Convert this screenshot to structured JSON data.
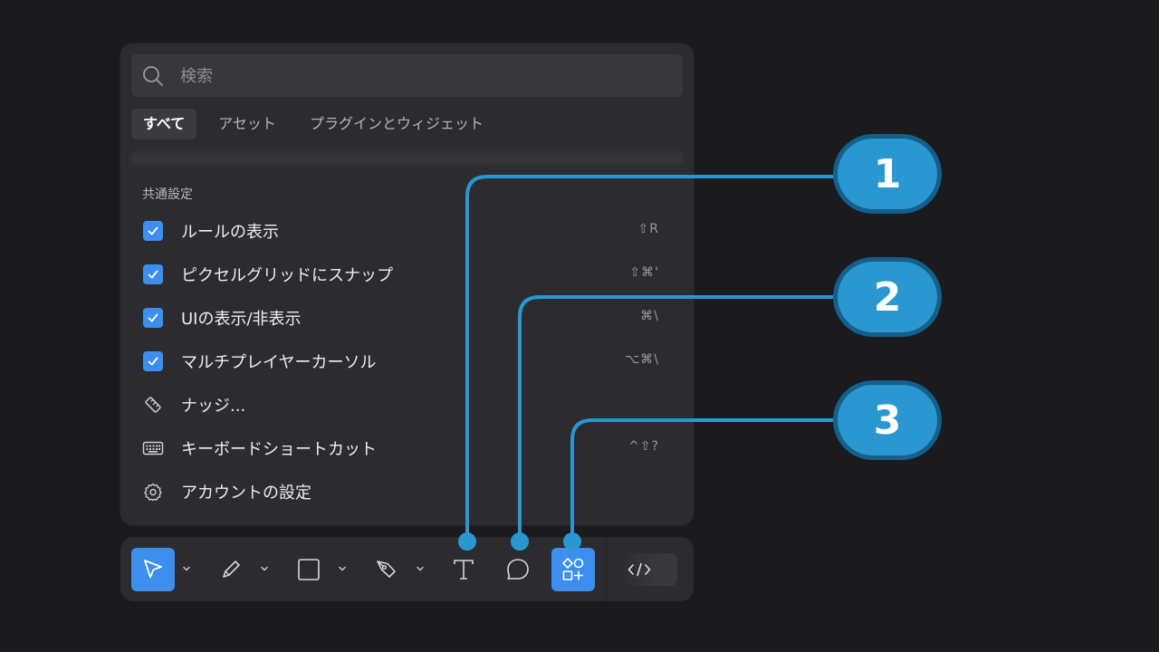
{
  "search": {
    "placeholder": "検索"
  },
  "tabs": [
    {
      "label": "すべて",
      "active": true
    },
    {
      "label": "アセット",
      "active": false
    },
    {
      "label": "プラグインとウィジェット",
      "active": false
    }
  ],
  "section_title": "共通設定",
  "menu": [
    {
      "label": "ルールの表示",
      "shortcut": "⇧R",
      "icon": "checkbox-checked"
    },
    {
      "label": "ピクセルグリッドにスナップ",
      "shortcut": "⇧⌘'",
      "icon": "checkbox-checked"
    },
    {
      "label": "UIの表示/非表示",
      "shortcut": "⌘\\",
      "icon": "checkbox-checked"
    },
    {
      "label": "マルチプレイヤーカーソル",
      "shortcut": "⌥⌘\\",
      "icon": "checkbox-checked"
    },
    {
      "label": "ナッジ...",
      "shortcut": "",
      "icon": "nudge-icon"
    },
    {
      "label": "キーボードショートカット",
      "shortcut": "^⇧?",
      "icon": "keyboard-icon"
    },
    {
      "label": "アカウントの設定",
      "shortcut": "",
      "icon": "gear-icon"
    }
  ],
  "toolbar": {
    "tools": [
      "move-tool",
      "pencil-tool",
      "rectangle-tool",
      "pen-tool",
      "text-tool",
      "comment-tool",
      "actions-tool",
      "dev-mode-toggle"
    ],
    "active_tools": [
      "move-tool",
      "actions-tool"
    ]
  },
  "callouts": [
    "1",
    "2",
    "3"
  ],
  "colors": {
    "accent": "#3d8eed",
    "callout": "#2a97d0",
    "callout_border": "#145f8c",
    "panel": "#2c2c30",
    "background": "#1b1a1d"
  }
}
